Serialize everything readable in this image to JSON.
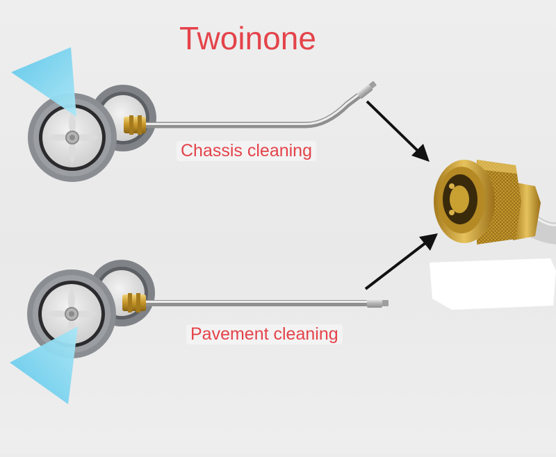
{
  "title": "Twoinone",
  "labels": {
    "chassis": "Chassis cleaning",
    "pavement": "Pavement cleaning"
  },
  "colors": {
    "label_text": "#e4434a",
    "spray": "#7fd3ee",
    "brass": "#c9a032",
    "steel": "#b9b9b9",
    "tire": "#8a8d92"
  }
}
